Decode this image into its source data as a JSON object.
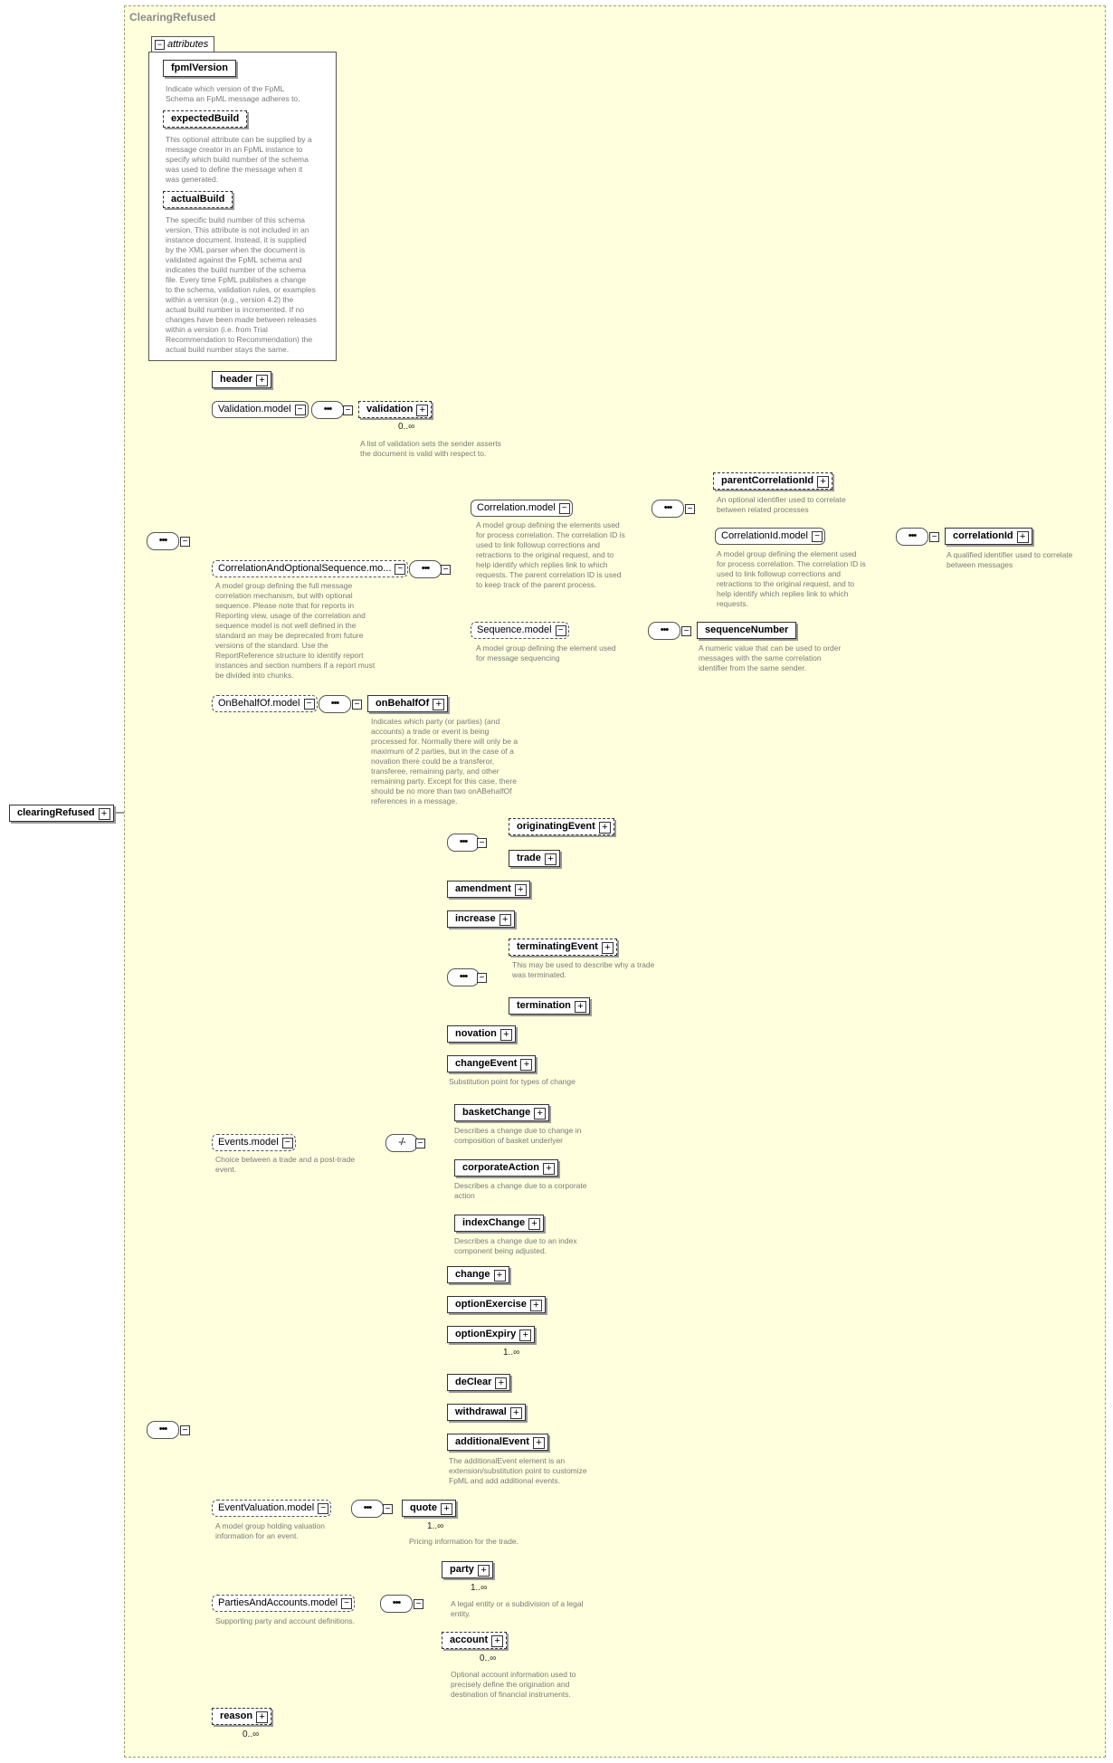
{
  "frame_title": "ClearingRefused",
  "root": {
    "label": "clearingRefused"
  },
  "attributes": {
    "tab": "attributes",
    "items": [
      {
        "name": "fpmlVersion",
        "desc": "Indicate which version of the FpML\nSchema an FpML message adheres to."
      },
      {
        "name": "expectedBuild",
        "desc": "This optional attribute can be supplied by a\nmessage creator in an FpML instance to\nspecify which build number of the schema\nwas used to define the message when it\nwas generated."
      },
      {
        "name": "actualBuild",
        "desc": "The specific build number of this schema\nversion. This attribute is not included in an\ninstance document. Instead, it is supplied\nby the XML parser when the document is\nvalidated against the FpML schema and\nindicates the build number of the schema\nfile. Every time FpML publishes a change\nto the schema, validation rules, or examples\nwithin a version (e.g., version 4.2) the\nactual build number is incremented. If no\nchanges have been made between releases\nwithin a version (i.e. from Trial\nRecommendation to Recommendation) the\nactual build number stays the same."
      }
    ]
  },
  "header": "header",
  "validation_model": "Validation.model",
  "validation": {
    "label": "validation",
    "card": "0..∞",
    "desc": "A list of validation sets the sender asserts\nthe document is valid with respect to."
  },
  "cao": {
    "label": "CorrelationAndOptionalSequence.mo...",
    "desc": "A model group defining the full message\ncorrelation mechanism, but with optional\nsequence. Please note that for reports in\nReporting view, usage of the correlation and\nsequence model is not well defined in the\nstandard an may be deprecated from future\nversions of the standard. Use the\nReportReference structure to identify report\ninstances and section numbers if a report must\nbe divided into chunks."
  },
  "correlation_model": {
    "label": "Correlation.model",
    "desc": "A model group defining the elements used\nfor process correlation. The correlation ID is\nused to link followup corrections and\nretractions to the original request, and to\nhelp identify which replies link to which\nrequests. The parent correlation ID is used\nto keep track of the parent process."
  },
  "parentCorrelationId": {
    "label": "parentCorrelationId",
    "desc": "An optional identifier used to correlate\nbetween related processes"
  },
  "correlationId_model": {
    "label": "CorrelationId.model",
    "desc": "A model group defining the element used\nfor process correlation. The correlation ID is\nused to link followup corrections and\nretractions to the original request, and to\nhelp identify which replies link to which\nrequests."
  },
  "correlationId": {
    "label": "correlationId",
    "desc": "A qualified identifier used to correlate\nbetween messages"
  },
  "sequence_model": {
    "label": "Sequence.model",
    "desc": "A model group defining the element used\nfor message sequencing"
  },
  "sequenceNumber": {
    "label": "sequenceNumber",
    "desc": "A numeric value that can be used to order\nmessages with the same correlation\nidentifier from the same sender."
  },
  "onBehalfOf_model": "OnBehalfOf.model",
  "onBehalfOf": {
    "label": "onBehalfOf",
    "desc": "Indicates which party (or parties) (and\naccounts) a trade or event is being\nprocessed for. Normally there will only be a\nmaximum of 2 parties, but in the case of a\nnovation there could be a transferor,\ntransferee, remaining party, and other\nremaining party. Except for this case, there\nshould be no more than two onABehalfOf\nreferences in a message."
  },
  "events_model": {
    "label": "Events.model",
    "desc": "Choice between a trade and a post-trade\nevent."
  },
  "events": {
    "originatingEvent": "originatingEvent",
    "trade": "trade",
    "amendment": "amendment",
    "increase": "increase",
    "terminatingEvent": {
      "label": "terminatingEvent",
      "desc": "This may be used to describe why a trade\nwas terminated."
    },
    "termination": "termination",
    "novation": "novation",
    "changeEvent": {
      "label": "changeEvent",
      "desc": "Substitution point for types of change"
    },
    "basketChange": {
      "label": "basketChange",
      "desc": "Describes a change due to change in\ncomposition of basket underlyer"
    },
    "corporateAction": {
      "label": "corporateAction",
      "desc": "Describes a change due to a corporate\naction"
    },
    "indexChange": {
      "label": "indexChange",
      "desc": "Describes a change due to an index\ncomponent being adjusted."
    },
    "change": "change",
    "optionExercise": "optionExercise",
    "optionExpiry": {
      "label": "optionExpiry",
      "card": "1..∞"
    },
    "deClear": "deClear",
    "withdrawal": "withdrawal",
    "additionalEvent": {
      "label": "additionalEvent",
      "desc": "The additionalEvent element is an\nextension/substitution point to customize\nFpML and add additional events."
    }
  },
  "eventValuation_model": {
    "label": "EventValuation.model",
    "desc": "A model group holding valuation\ninformation for an event."
  },
  "quote": {
    "label": "quote",
    "card": "1..∞",
    "desc": "Pricing information for the trade."
  },
  "partiesAndAccounts_model": {
    "label": "PartiesAndAccounts.model",
    "desc": "Supporting party and account definitions."
  },
  "party": {
    "label": "party",
    "card": "1..∞",
    "desc": "A legal entity or a subdivision of a legal\nentity."
  },
  "account": {
    "label": "account",
    "card": "0..∞",
    "desc": "Optional account information used to\nprecisely define the origination and\ndestination of financial instruments."
  },
  "reason": {
    "label": "reason",
    "card": "0..∞"
  },
  "sequence_symbol": "•••",
  "choice_symbol": "-/-"
}
